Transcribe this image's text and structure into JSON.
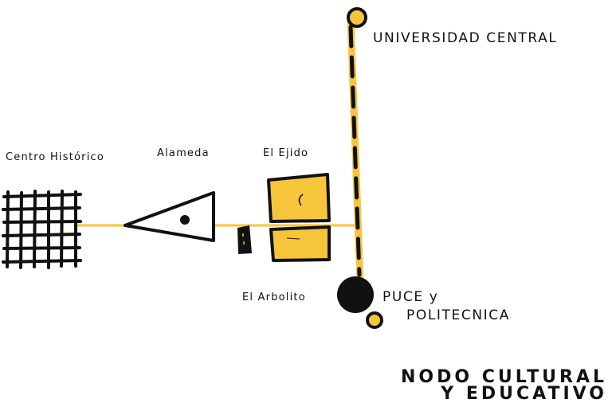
{
  "colors": {
    "yellow": "#f7c53b",
    "ink": "#111111",
    "background": "#ffffff"
  },
  "labels": {
    "centro_historico": "Centro Histórico",
    "alameda": "Alameda",
    "el_ejido": "El Ejido",
    "el_arbolito": "El Arbolito",
    "universidad_central": "UNIVERSIDAD CENTRAL",
    "puce_line1": "PUCE y",
    "puce_line2": "POLITECNICA"
  },
  "title": {
    "line1": "NODO CULTURAL",
    "line2": "Y EDUCATIVO"
  }
}
